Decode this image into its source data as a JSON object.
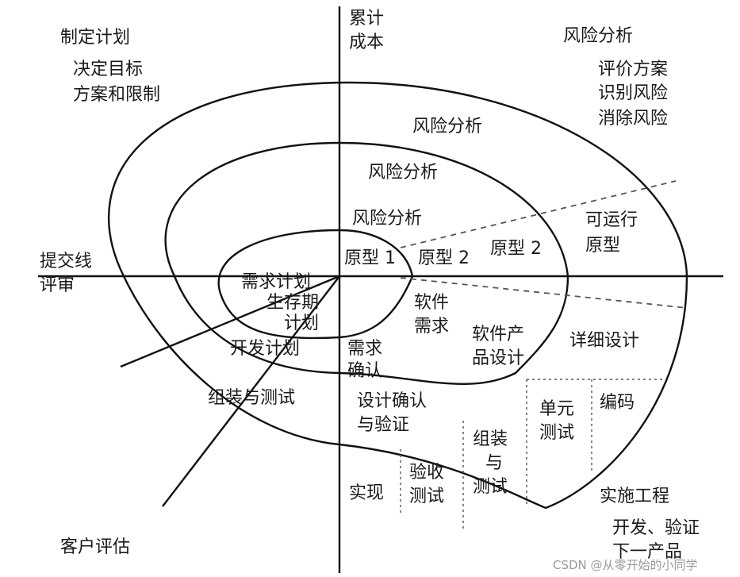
{
  "quadrants": {
    "top_left": {
      "title": "制定计划",
      "lines": [
        "决定目标",
        "方案和限制"
      ]
    },
    "top_right": {
      "title": "风险分析",
      "lines": [
        "评价方案",
        "识别风险",
        "消除风险"
      ]
    },
    "bottom_left": {
      "title": "客户评估"
    },
    "bottom_right": {
      "title": "实施工程",
      "lines": [
        "开发、验证",
        "下一产品"
      ]
    }
  },
  "axes": {
    "y_label": [
      "累计",
      "成本"
    ],
    "x_label": [
      "提交线",
      "评审"
    ]
  },
  "risk_labels": [
    "风险分析",
    "风险分析",
    "风险分析"
  ],
  "prototypes": [
    "原型 1",
    "原型 2",
    "原型 2",
    "可运行",
    "原型"
  ],
  "plans": [
    "需求计划",
    "生存期",
    "计划",
    "开发计划",
    "组装与测试"
  ],
  "engineering": {
    "software_req": [
      "软件",
      "需求"
    ],
    "req_confirm": [
      "需求",
      "确认"
    ],
    "product_design": [
      "软件产",
      "品设计"
    ],
    "design_confirm": [
      "设计确认",
      "与验证"
    ],
    "detailed_design": "详细设计",
    "unit_test": [
      "单元",
      "测试"
    ],
    "coding": "编码",
    "assembly_test": [
      "组装",
      "与",
      "测试"
    ],
    "acceptance_test": [
      "验收",
      "测试"
    ],
    "implementation": "实现"
  },
  "watermark": "CSDN @从零开始的小同学"
}
